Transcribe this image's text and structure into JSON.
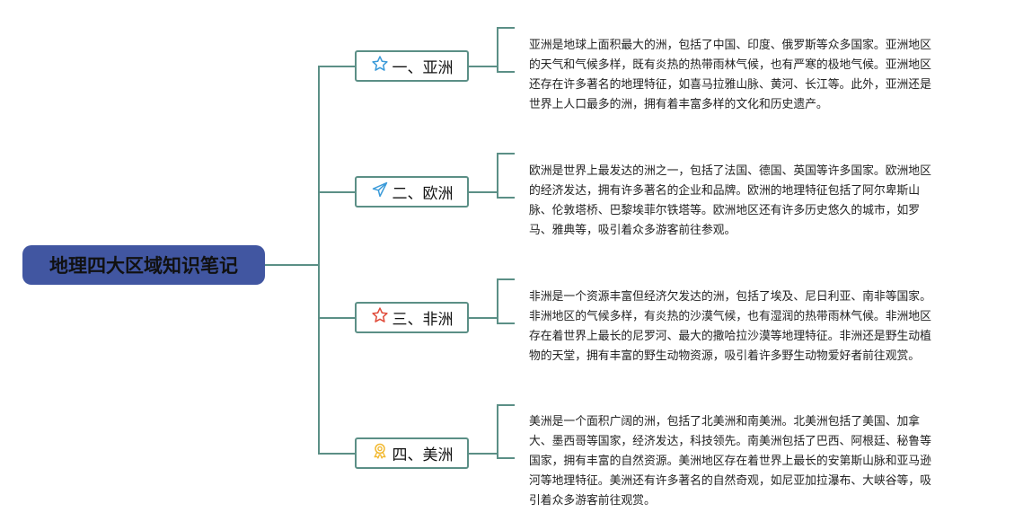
{
  "root": {
    "title": "地理四大区域知识笔记"
  },
  "branches": [
    {
      "label": "一、亚洲",
      "icon": "star-outline-icon",
      "icon_color": "#3a9ad9",
      "lines": [
        "亚洲是地球上面积最大的洲，包括了中国、印度、俄罗斯等众多国家。亚洲地区",
        "的天气和气候多样，既有炎热的热带雨林气候，也有严寒的极地气候。亚洲地区",
        "还存在许多著名的地理特征，如喜马拉雅山脉、黄河、长江等。此外，亚洲还是",
        "世界上人口最多的洲，拥有着丰富多样的文化和历史遗产。"
      ]
    },
    {
      "label": "二、欧洲",
      "icon": "paper-plane-icon",
      "icon_color": "#3a9ad9",
      "lines": [
        "欧洲是世界上最发达的洲之一，包括了法国、德国、英国等许多国家。欧洲地区",
        "的经济发达，拥有许多著名的企业和品牌。欧洲的地理特征包括了阿尔卑斯山",
        "脉、伦敦塔桥、巴黎埃菲尔铁塔等。欧洲地区还有许多历史悠久的城市，如罗",
        "马、雅典等，吸引着众多游客前往参观。"
      ]
    },
    {
      "label": "三、非洲",
      "icon": "star-outline-icon",
      "icon_color": "#e04b3a",
      "lines": [
        "非洲是一个资源丰富但经济欠发达的洲，包括了埃及、尼日利亚、南非等国家。",
        "非洲地区的气候多样，有炎热的沙漠气候，也有湿润的热带雨林气候。非洲地区",
        "存在着世界上最长的尼罗河、最大的撒哈拉沙漠等地理特征。非洲还是野生动植",
        "物的天堂，拥有丰富的野生动物资源，吸引着许多野生动物爱好者前往观赏。"
      ]
    },
    {
      "label": "四、美洲",
      "icon": "award-medal-icon",
      "icon_color": "#f2b82e",
      "lines": [
        "美洲是一个面积广阔的洲，包括了北美洲和南美洲。北美洲包括了美国、加拿",
        "大、墨西哥等国家，经济发达，科技领先。南美洲包括了巴西、阿根廷、秘鲁等",
        "国家，拥有丰富的自然资源。美洲地区存在着世界上最长的安第斯山脉和亚马逊",
        "河等地理特征。美洲还有许多著名的自然奇观，如尼亚加拉瀑布、大峡谷等，吸",
        "引着众多游客前往观赏。"
      ]
    }
  ]
}
